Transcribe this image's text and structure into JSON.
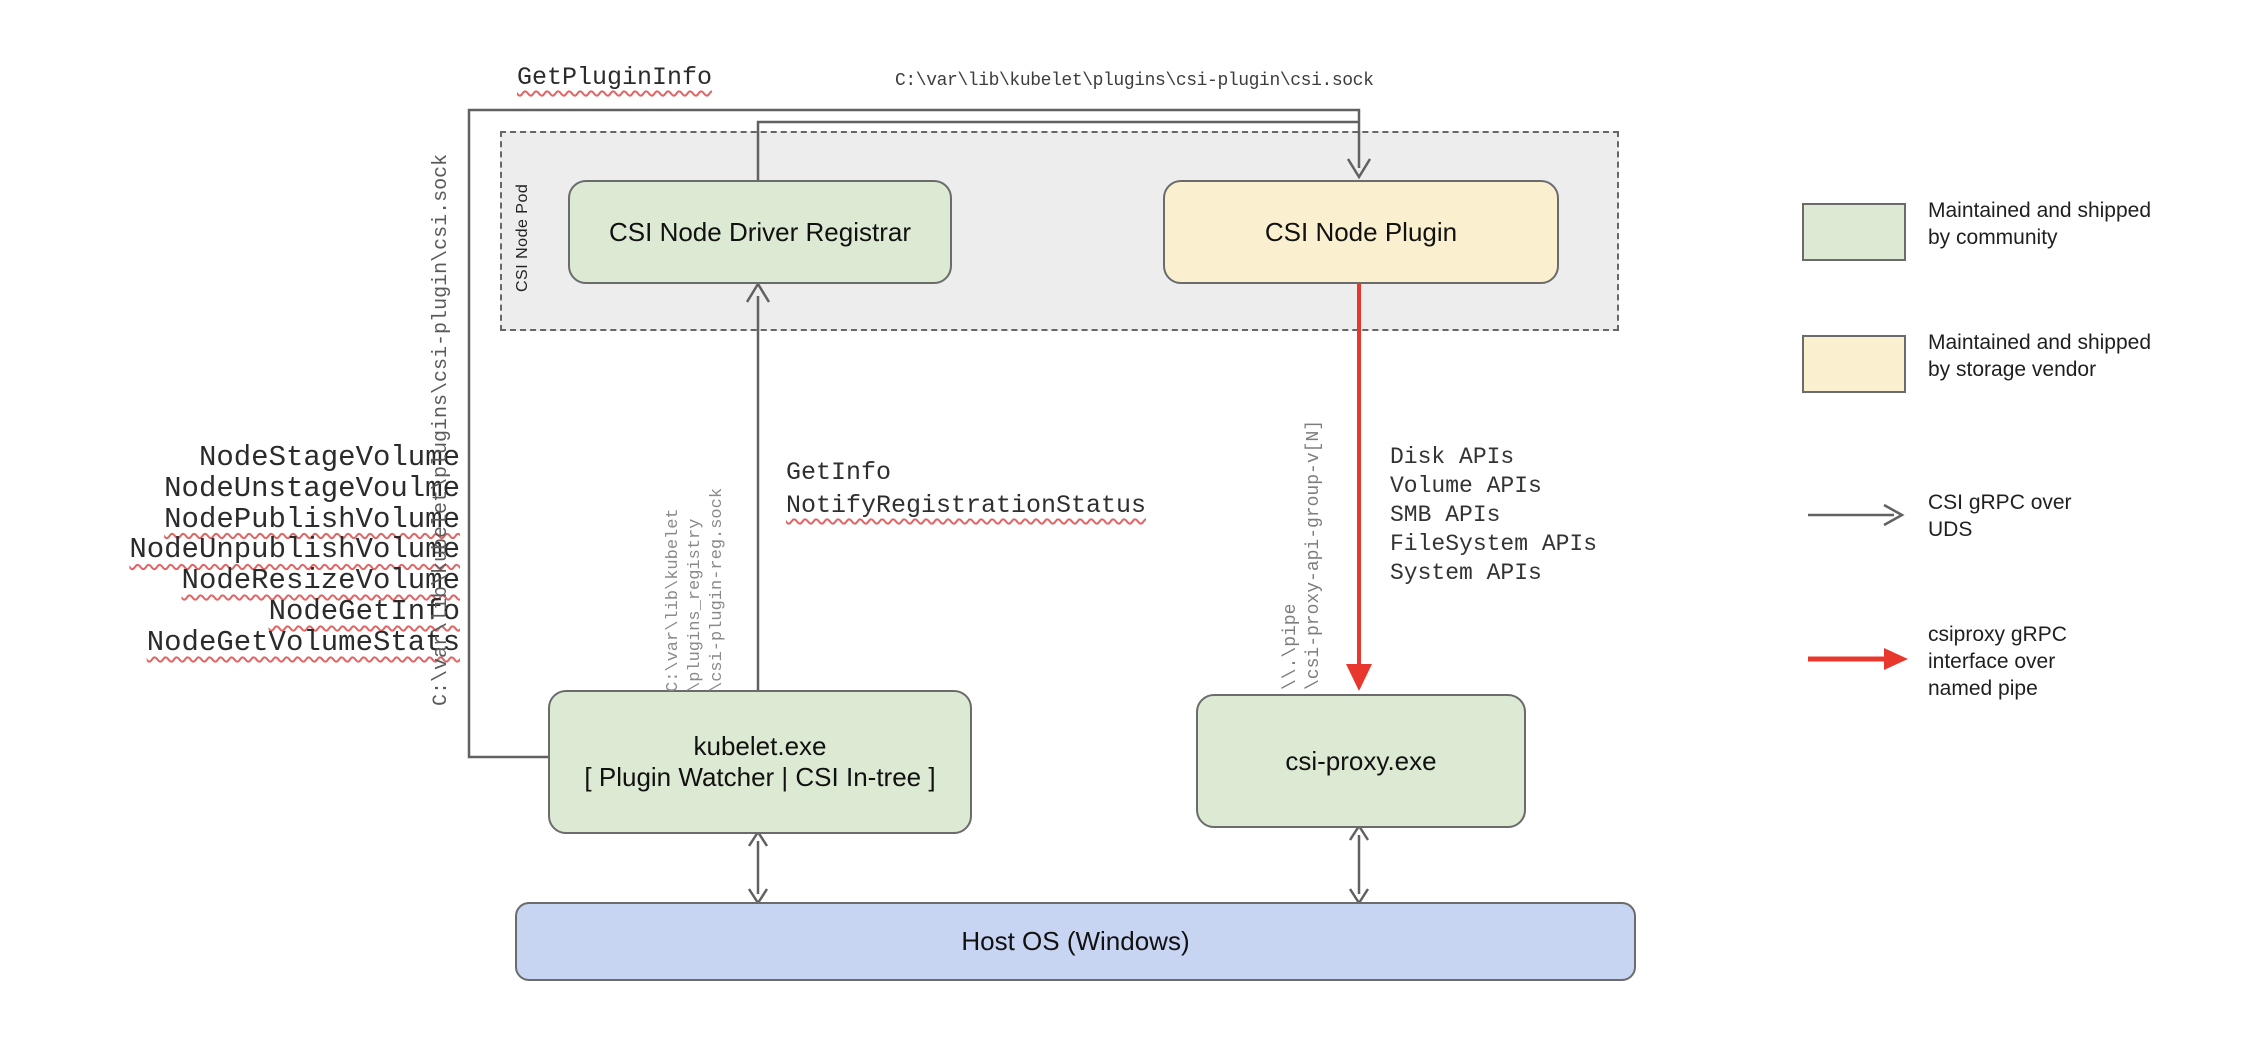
{
  "diagram": {
    "pod_label": "CSI Node Pod",
    "boxes": {
      "registrar": "CSI Node Driver Registrar",
      "plugin": "CSI Node Plugin",
      "kubelet_line1": "kubelet.exe",
      "kubelet_line2": "[ Plugin Watcher | CSI In-tree ]",
      "csi_proxy": "csi-proxy.exe",
      "host_os": "Host OS (Windows)"
    },
    "labels": {
      "get_plugin_info": "GetPluginInfo",
      "csi_sock_path_top": "C:\\var\\lib\\kubelet\\plugins\\csi-plugin\\csi.sock",
      "csi_sock_path_left": "C:\\var\\lib\\kubelet\\plugins\\csi-plugin\\csi.sock"
    },
    "node_calls": [
      "NodeStageVolume",
      "NodeUnstageVoulme",
      "NodePublishVolume",
      "NodeUnpublishVolume",
      "NodeResizeVolume",
      "NodeGetInfo",
      "NodeGetVolumeStats"
    ],
    "registration_calls": [
      "GetInfo",
      "NotifyRegistrationStatus"
    ],
    "registry_path_lines": [
      "C:\\var\\lib\\kubelet",
      "\\plugins_registry",
      "\\csi-plugin-reg.sock"
    ],
    "pipe_path_lines": [
      "\\\\.\\pipe",
      "\\csi-proxy-api-group-v[N]"
    ],
    "proxy_apis": [
      "Disk APIs",
      "Volume APIs",
      "SMB APIs",
      "FileSystem APIs",
      "System APIs"
    ]
  },
  "legend": {
    "items": [
      {
        "kind": "swatch-green",
        "lines": [
          "Maintained and shipped",
          "by community"
        ]
      },
      {
        "kind": "swatch-yellow",
        "lines": [
          "Maintained and shipped",
          "by storage vendor"
        ]
      },
      {
        "kind": "arrow-gray",
        "lines": [
          "CSI gRPC over",
          "UDS"
        ]
      },
      {
        "kind": "arrow-red",
        "lines": [
          "csiproxy gRPC",
          "interface over",
          "named pipe"
        ]
      }
    ]
  },
  "colors": {
    "community_fill": "#dcead3",
    "vendor_fill": "#faf0cf",
    "host_fill": "#c8d5f2",
    "pod_fill": "#ededed",
    "uds_arrow": "#616161",
    "pipe_arrow": "#e8382d",
    "squiggle": "#e06666"
  }
}
